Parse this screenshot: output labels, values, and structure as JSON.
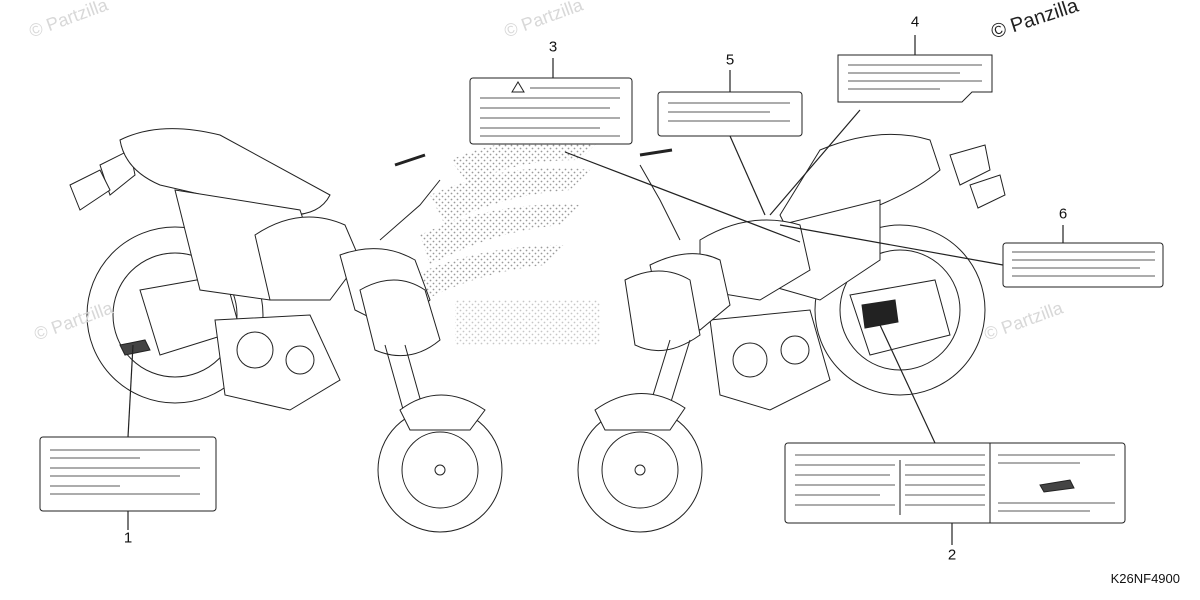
{
  "diagram_code": "K26NF4900",
  "watermark_text": "© Panzilla",
  "watermark_text_faint": "© Partzilla",
  "callouts": [
    "1",
    "2",
    "3",
    "4",
    "5",
    "6"
  ],
  "colors": {
    "line": "#222222",
    "fill": "#ffffff",
    "watermark": "#d8d8d8",
    "stipple": "#9a9a9a"
  }
}
